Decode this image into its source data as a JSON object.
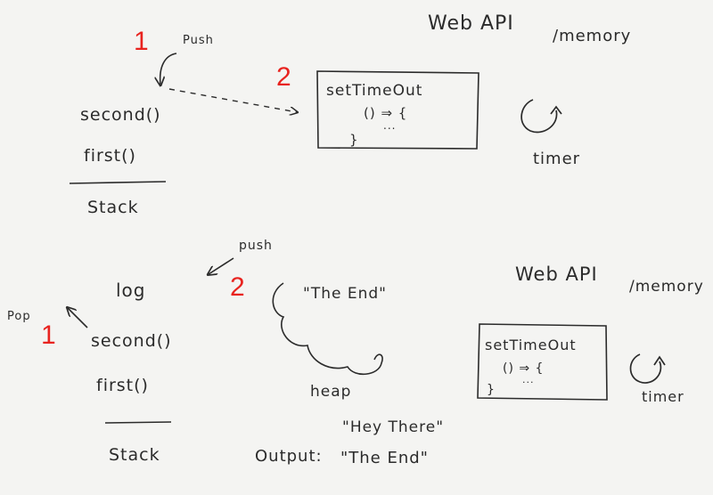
{
  "top": {
    "step1": "1",
    "push_label": "Push",
    "step2": "2",
    "stack_items": [
      "second()",
      "first()"
    ],
    "stack_label": "Stack",
    "webapi_title": "Web API",
    "webapi_sub": "/memory",
    "box_line1": "setTimeOut",
    "box_line2": "() ⇒ {",
    "box_line3": "...",
    "box_line4": "}",
    "timer_label": "timer"
  },
  "bottom": {
    "pop_label": "Pop",
    "step1": "1",
    "push_label": "push",
    "step2": "2",
    "stack_items": [
      "log",
      "second()",
      "first()"
    ],
    "stack_label": "Stack",
    "heap_value": "\"The End\"",
    "heap_label": "heap",
    "webapi_title": "Web API",
    "webapi_sub": "/memory",
    "box_line1": "setTimeOut",
    "box_line2": "() ⇒ {",
    "box_line3": "...",
    "box_line4": "}",
    "timer_label": "timer",
    "output_label": "Output:",
    "output_line1": "\"Hey There\"",
    "output_line2": "\"The End\""
  },
  "colors": {
    "ink": "#2b2b2b",
    "accent_red": "#e8231f",
    "paper": "#f4f4f2"
  }
}
